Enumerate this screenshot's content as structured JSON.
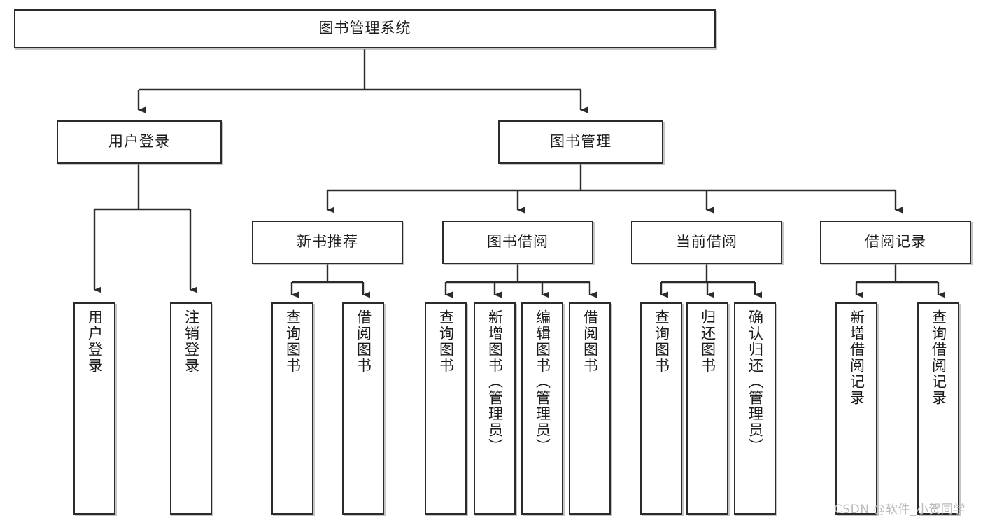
{
  "diagram": {
    "type": "tree",
    "title": "图书管理系统",
    "watermark": "CSDN @软件_小贺同学",
    "colors": {
      "background": "#ffffff",
      "box_border": "#2b2b2b",
      "box_fill": "#ffffff",
      "edge": "#2b2b2b",
      "text": "#1b1b1b",
      "watermark": "#b9b9b9"
    },
    "levels": {
      "root": {
        "label": "图书管理系统"
      },
      "level2": [
        {
          "id": "user-login",
          "label": "用户登录"
        },
        {
          "id": "book-manage",
          "label": "图书管理"
        }
      ],
      "level3": [
        {
          "id": "new-book-rec",
          "label": "新书推荐",
          "parent": "book-manage"
        },
        {
          "id": "book-borrow",
          "label": "图书借阅",
          "parent": "book-manage"
        },
        {
          "id": "current-borrow",
          "label": "当前借阅",
          "parent": "book-manage"
        },
        {
          "id": "borrow-record",
          "label": "借阅记录",
          "parent": "book-manage"
        }
      ],
      "leaves": [
        {
          "id": "leaf-1",
          "label": "用户登录",
          "parent": "user-login"
        },
        {
          "id": "leaf-2",
          "label": "注销登录",
          "parent": "user-login"
        },
        {
          "id": "leaf-3",
          "label": "查询图书",
          "parent": "new-book-rec"
        },
        {
          "id": "leaf-4",
          "label": "借阅图书",
          "parent": "new-book-rec"
        },
        {
          "id": "leaf-5",
          "label": "查询图书",
          "parent": "book-borrow"
        },
        {
          "id": "leaf-6",
          "label": "新增图书（管理员）",
          "parent": "book-borrow"
        },
        {
          "id": "leaf-7",
          "label": "编辑图书（管理员）",
          "parent": "book-borrow"
        },
        {
          "id": "leaf-8",
          "label": "借阅图书",
          "parent": "book-borrow"
        },
        {
          "id": "leaf-9",
          "label": "查询图书",
          "parent": "current-borrow"
        },
        {
          "id": "leaf-10",
          "label": "归还图书",
          "parent": "current-borrow"
        },
        {
          "id": "leaf-11",
          "label": "确认归还（管理员）",
          "parent": "current-borrow"
        },
        {
          "id": "leaf-12",
          "label": "新增借阅记录",
          "parent": "borrow-record"
        },
        {
          "id": "leaf-13",
          "label": "查询借阅记录",
          "parent": "borrow-record"
        }
      ]
    }
  }
}
